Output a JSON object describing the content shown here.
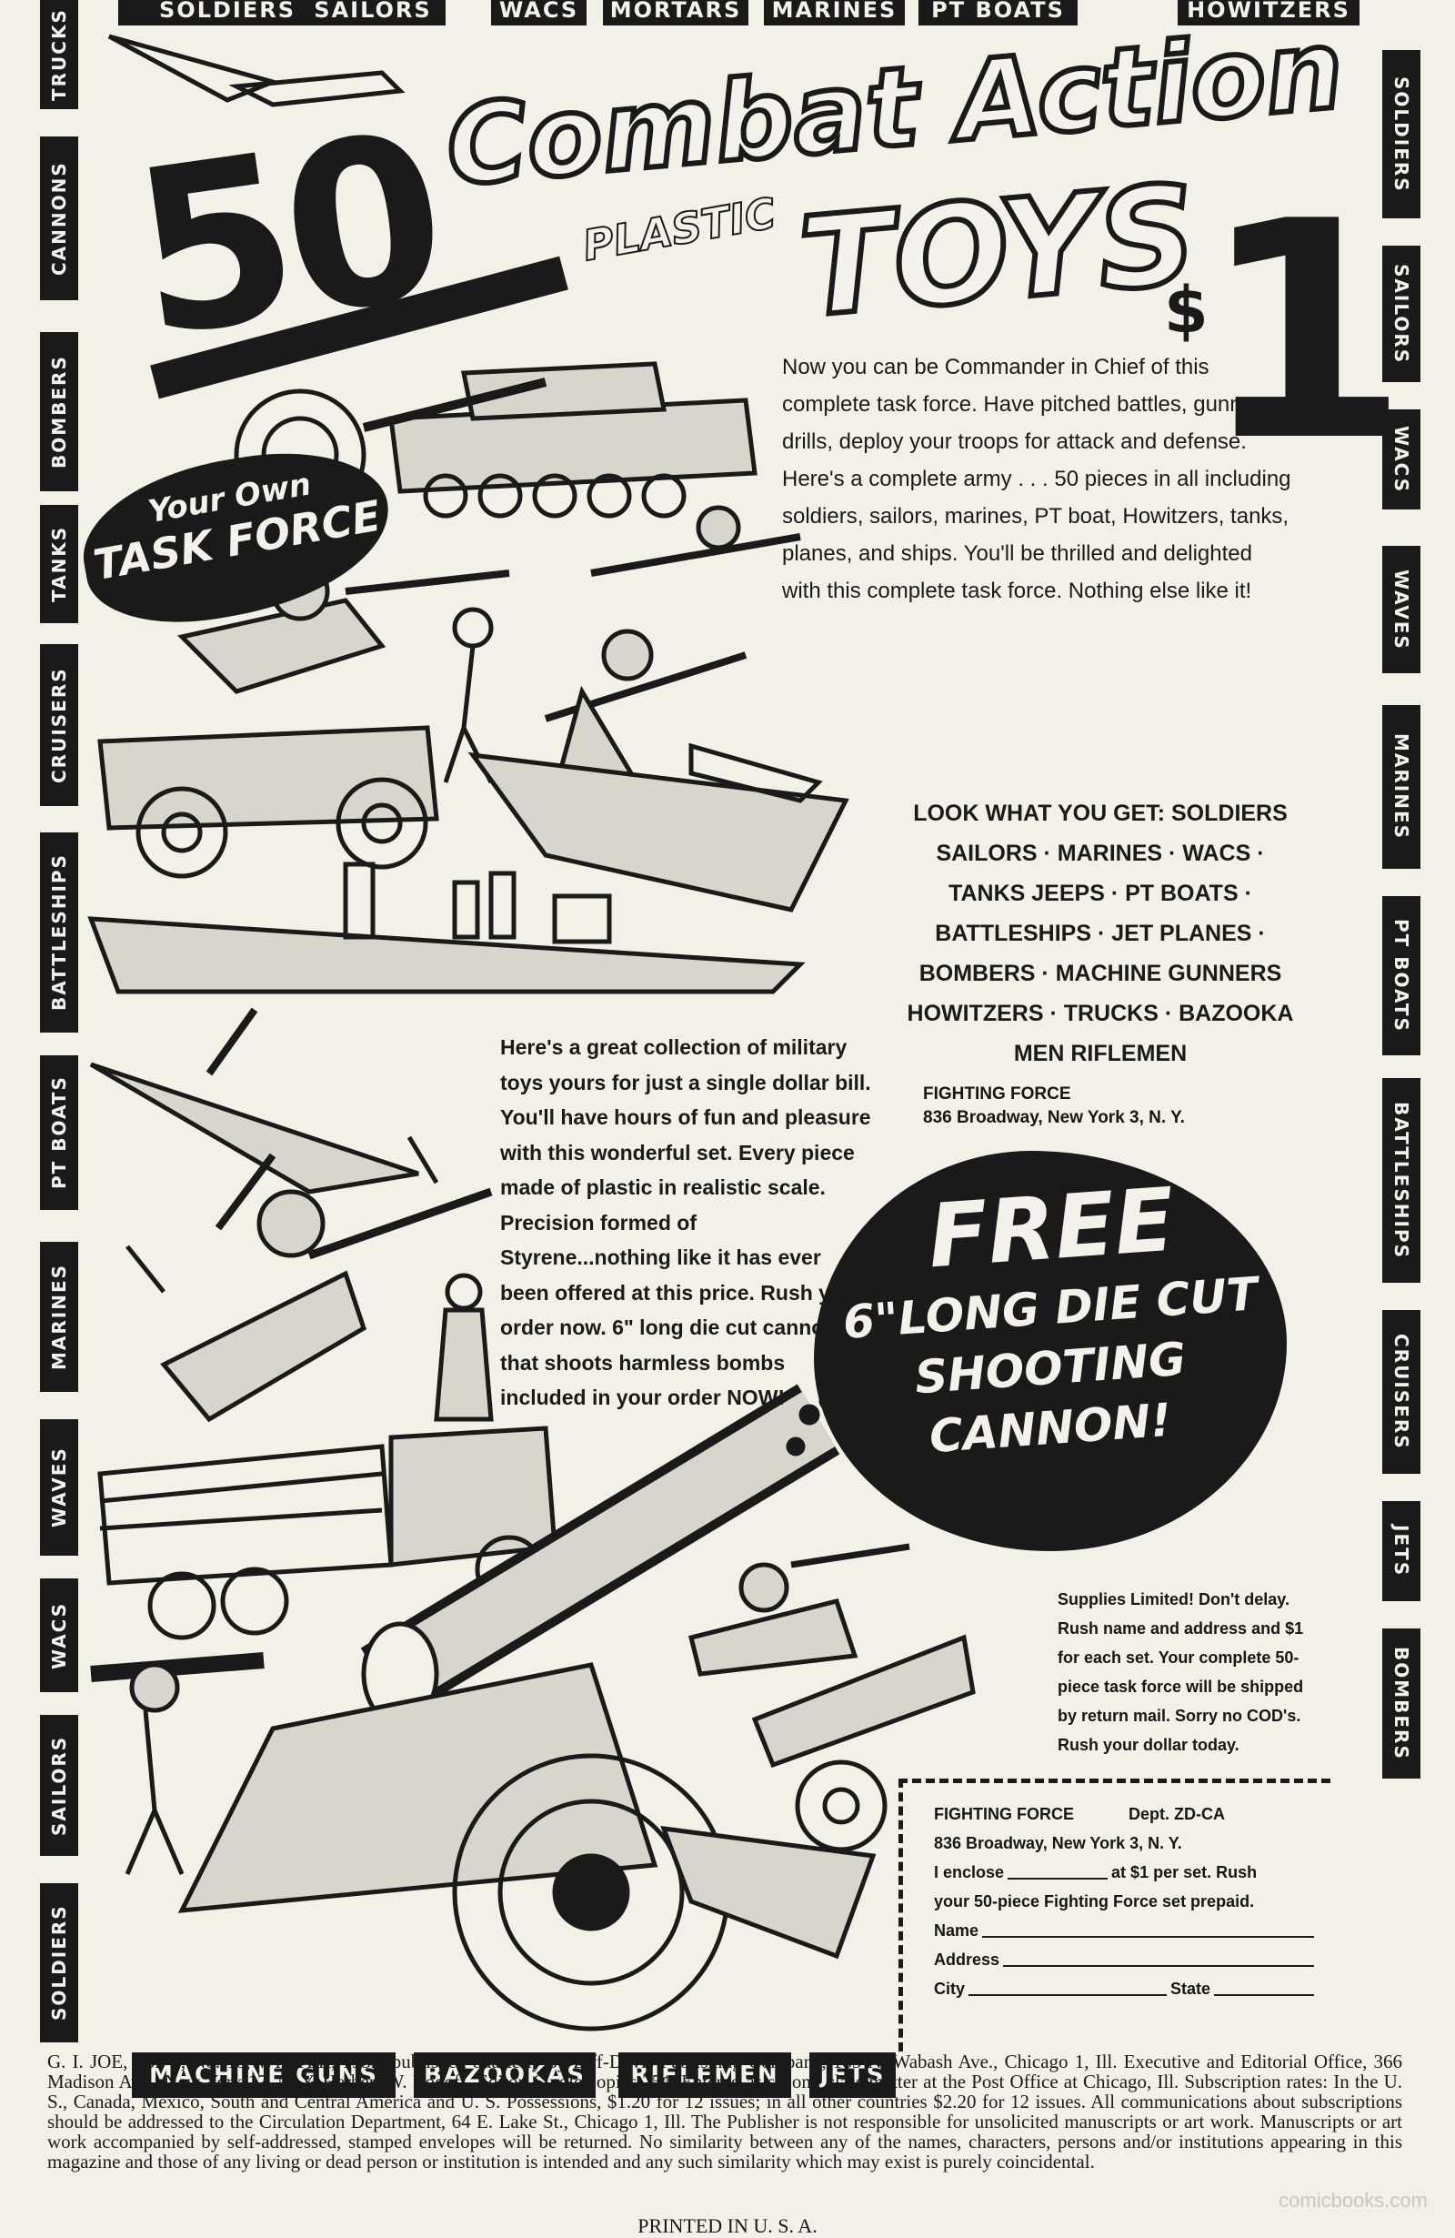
{
  "top_tags": [
    "SOLDIERS",
    "SAILORS",
    "WACS",
    "MORTARS",
    "MARINES",
    "PT BOATS",
    "HOWITZERS"
  ],
  "left_tags": [
    "TRUCKS",
    "CANNONS",
    "BOMBERS",
    "TANKS",
    "CRUISERS",
    "BATTLESHIPS",
    "PT BOATS",
    "MARINES",
    "WAVES",
    "WACS",
    "SAILORS",
    "SOLDIERS"
  ],
  "right_tags": [
    "SOLDIERS",
    "SAILORS",
    "WACS",
    "WAVES",
    "MARINES",
    "PT BOATS",
    "BATTLESHIPS",
    "CRUISERS",
    "JETS",
    "BOMBERS"
  ],
  "bottom_tags": [
    "MACHINE GUNS",
    "BAZOOKAS",
    "RIFLEMEN",
    "JETS"
  ],
  "headline": {
    "fifty": "50",
    "combat": "Combat Action",
    "plastic": "PLASTIC",
    "toys": "TOYS",
    "dollar": "$",
    "one": "1"
  },
  "badge": {
    "line1": "Your Own",
    "line2": "TASK FORCE"
  },
  "intro": "Now you can be Commander in Chief of this complete task force. Have pitched battles, gunnery drills, deploy your troops for attack and defense. Here's a complete army . . . 50 pieces in all including soldiers, sailors, marines, PT boat, Howitzers, tanks, planes, and ships. You'll be thrilled and delighted with this complete task force. Nothing else like it!",
  "look": "LOOK WHAT YOU GET: SOLDIERS SAILORS · MARINES · WACS · TANKS JEEPS · PT BOATS · BATTLESHIPS · JET PLANES · BOMBERS · MACHINE GUNNERS HOWITZERS · TRUCKS · BAZOOKA MEN RIFLEMEN",
  "collection": "Here's a great collection of military toys yours for just a single dollar bill. You'll have hours of fun and pleasure with this wonderful set. Every piece made of plastic in realistic scale. Precision formed of Styrene...nothing like it has ever been offered at this price. Rush your order now. 6\" long die cut cannon that shoots harmless bombs included in your order NOW!",
  "address": {
    "name": "FIGHTING FORCE",
    "street": "836 Broadway, New York 3, N. Y."
  },
  "free": {
    "f1": "FREE",
    "f2": "6\"LONG DIE CUT",
    "f3": "SHOOTING",
    "f4": "CANNON!"
  },
  "supplies": "Supplies Limited! Don't delay. Rush name and address and $1 for each set. Your complete 50-piece task force will be shipped by return mail. Sorry no COD's. Rush your dollar today.",
  "coupon": {
    "company": "FIGHTING FORCE",
    "dept": "Dept. ZD-CA",
    "street": "836 Broadway, New York 3, N. Y.",
    "enclose1": "I enclose",
    "enclose2": "at $1 per set. Rush",
    "enclose3": "your 50-piece Fighting Force set prepaid.",
    "name_label": "Name",
    "address_label": "Address",
    "city_label": "City",
    "state_label": "State"
  },
  "footer": "G. I. JOE, Vol. 2, No. 18, WINTER, 1952, published quarterly by Ziff-Davis Publishing Company, 185 N. Wabash Ave., Chicago 1, Ill. Executive and Editorial Office, 366 Madison Ave., New York 17, N. Y. Herbert W. Rogoff, Editor. Single copies 25¢. Entered as second class matter at the Post Office at Chicago, Ill. Subscription rates: In the U. S., Canada, Mexico, South and Central America and U. S. Possessions, $1.20 for 12 issues; in all other countries $2.20 for 12 issues. All communications about subscriptions should be addressed to the Circulation Department, 64 E. Lake St., Chicago 1, Ill. The Publisher is not responsible for unsolicited manuscripts or art work. Manuscripts or art work accompanied by self-addressed, stamped envelopes will be returned. No similarity between any of the names, characters, persons and/or institutions appearing in this magazine and those of any living or dead person or institution is intended and any such similarity which may exist is purely coincidental.",
  "printed": "PRINTED IN U. S. A.",
  "watermark": "comicbooks.com",
  "colors": {
    "ink": "#1a1a1a",
    "paper": "#f3f0e8"
  }
}
